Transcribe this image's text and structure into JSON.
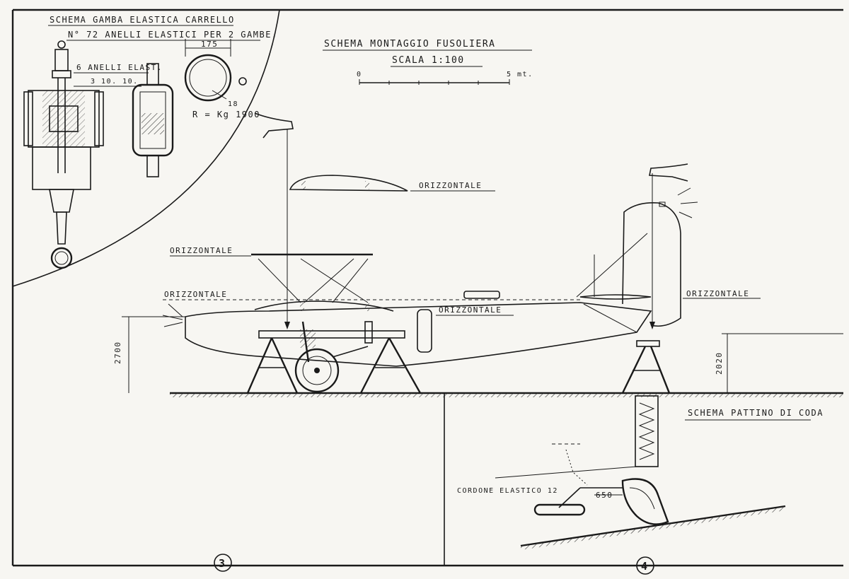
{
  "sheet": {
    "panel_numbers": [
      "3",
      "4"
    ]
  },
  "landing_gear_schema": {
    "title": "SCHEMA GAMBA ELASTICA CARRELLO",
    "subtitle": "N° 72 ANELLI ELASTICI PER 2 GAMBE.",
    "rings_label": "6 ANELLI ELAST.",
    "spacing_label": "3   10.   10.",
    "ring_diameter": "175",
    "ring_thickness": "18",
    "load_note": "R = Kg 1900"
  },
  "fuselage_schema": {
    "title": "SCHEMA MONTAGGIO FUSOLIERA",
    "scale": "SCALA 1:100",
    "scale_bar_start": "0",
    "scale_bar_end": "5 mt.",
    "level_labels": [
      "ORIZZONTALE",
      "ORIZZONTALE",
      "ORIZZONTALE",
      "ORIZZONTALE",
      "ORIZZONTALE"
    ],
    "dim_front_height": "2700",
    "dim_rear_height": "2020"
  },
  "tail_skid_schema": {
    "title": "SCHEMA PATTINO DI CODA",
    "cord_label": "CORDONE ELASTICO 12",
    "dim_650": "650"
  }
}
